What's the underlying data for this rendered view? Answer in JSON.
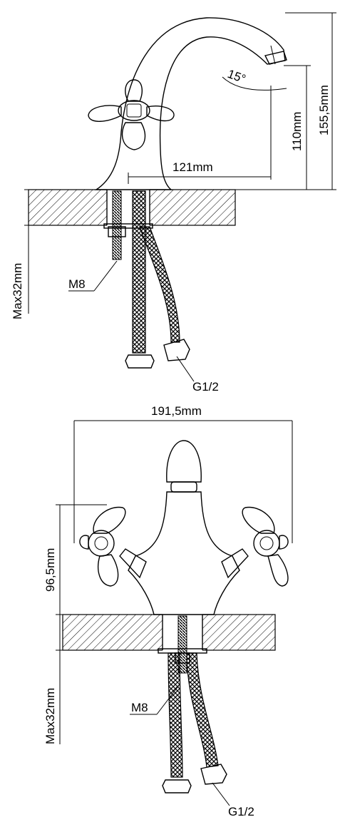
{
  "side_view": {
    "dim_height_total": "155,5mm",
    "dim_height_spout": "110mm",
    "dim_reach": "121mm",
    "dim_angle": "15°",
    "dim_max_thickness": "Max32mm",
    "thread_stud": "M8",
    "thread_hose": "G1/2"
  },
  "front_view": {
    "dim_width": "191,5mm",
    "dim_handle_height": "96,5mm",
    "dim_max_thickness": "Max32mm",
    "thread_stud": "M8",
    "thread_hose": "G1/2"
  },
  "colors": {
    "line": "#000000",
    "background": "#ffffff"
  }
}
